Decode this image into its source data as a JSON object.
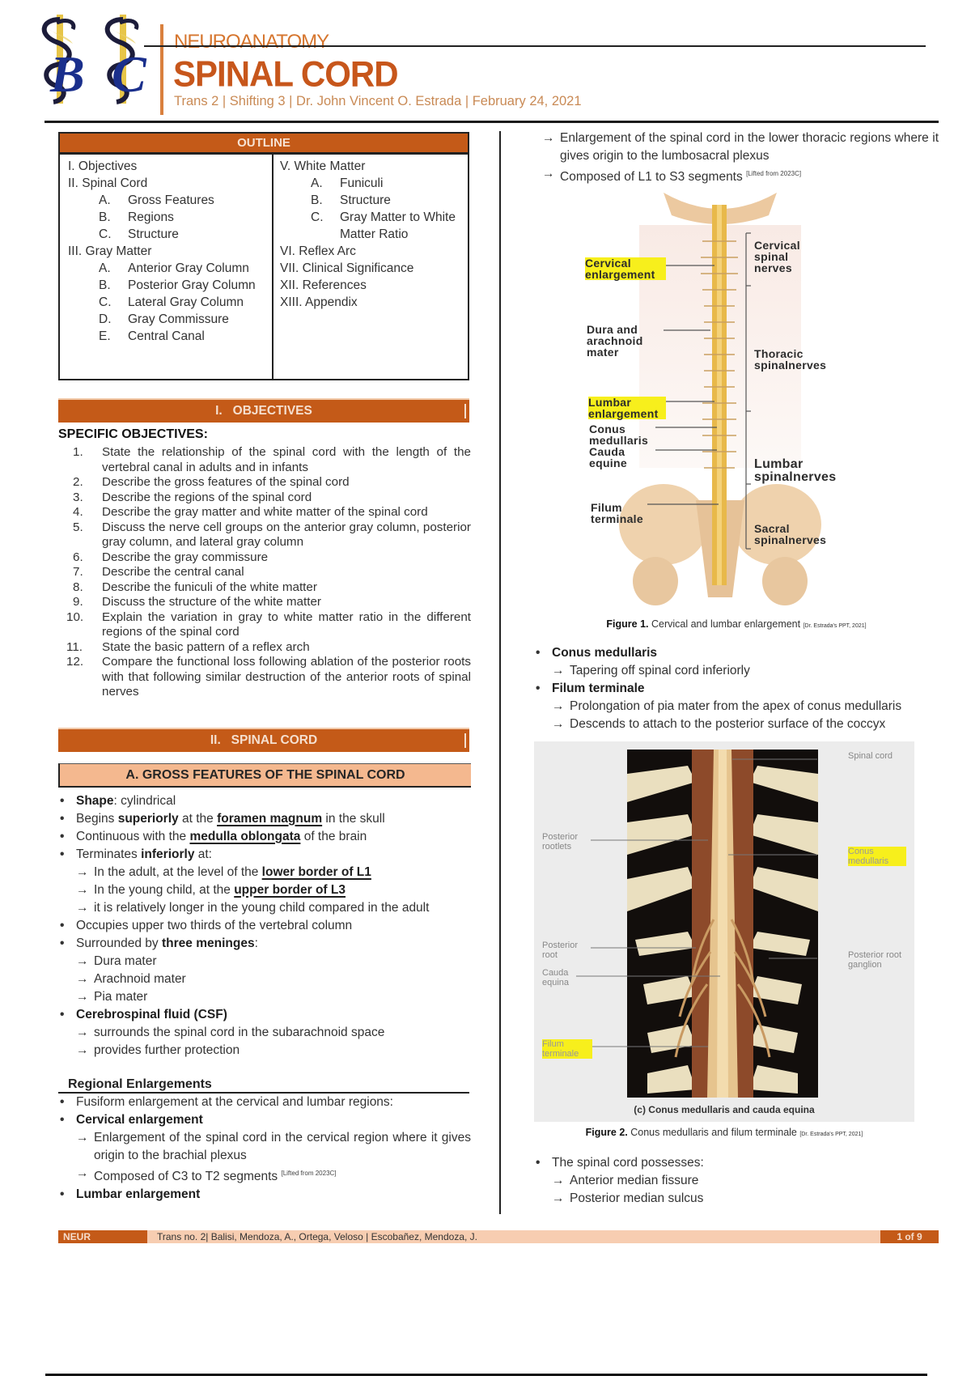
{
  "header": {
    "logo_letters": [
      "B",
      "C"
    ],
    "subject": "NEUROANATOMY",
    "title": "SPINAL CORD",
    "meta": "Trans 2 | Shifting 3 | Dr. John Vincent O. Estrada | February 24, 2021"
  },
  "outline": {
    "title": "OUTLINE",
    "left": [
      {
        "type": "item",
        "text": "I. Objectives"
      },
      {
        "type": "item",
        "text": "II. Spinal Cord"
      },
      {
        "type": "sub",
        "marker": "A.",
        "text": "Gross Features"
      },
      {
        "type": "sub",
        "marker": "B.",
        "text": "Regions"
      },
      {
        "type": "sub",
        "marker": "C.",
        "text": "Structure"
      },
      {
        "type": "item",
        "text": "III. Gray Matter"
      },
      {
        "type": "sub",
        "marker": "A.",
        "text": "Anterior Gray Column"
      },
      {
        "type": "sub",
        "marker": "B.",
        "text": "Posterior Gray Column"
      },
      {
        "type": "sub",
        "marker": "C.",
        "text": "Lateral Gray Column"
      },
      {
        "type": "sub",
        "marker": "D.",
        "text": "Gray Commissure"
      },
      {
        "type": "sub",
        "marker": "E.",
        "text": "Central Canal"
      }
    ],
    "right": [
      {
        "type": "item",
        "text": "V. White Matter"
      },
      {
        "type": "sub",
        "marker": "A.",
        "text": "Funiculi"
      },
      {
        "type": "sub",
        "marker": "B.",
        "text": "Structure"
      },
      {
        "type": "sub",
        "marker": "C.",
        "text": "Gray Matter to White Matter Ratio"
      },
      {
        "type": "item",
        "text": "VI. Reflex Arc"
      },
      {
        "type": "item",
        "text": "VII. Clinical Significance"
      },
      {
        "type": "item",
        "text": "XII. References"
      },
      {
        "type": "item",
        "text": "XIII. Appendix"
      }
    ]
  },
  "objectives": {
    "section_title": "I.   OBJECTIVES",
    "subtitle": "SPECIFIC OBJECTIVES:",
    "items": [
      {
        "num": "1.",
        "text": "State the relationship of the spinal cord with the length of the vertebral canal in adults and in infants"
      },
      {
        "num": "2.",
        "text": "Describe the gross features of the spinal cord"
      },
      {
        "num": "3.",
        "text": "Describe the regions of the spinal cord"
      },
      {
        "num": "4.",
        "text": "Describe the gray matter and white matter of the spinal cord"
      },
      {
        "num": "5.",
        "text": "Discuss the nerve cell groups on the anterior gray column, posterior gray column, and lateral gray column"
      },
      {
        "num": "6.",
        "text": "Describe the gray commissure"
      },
      {
        "num": "7.",
        "text": "Describe the central canal"
      },
      {
        "num": "8.",
        "text": "Describe the funiculi of the white matter"
      },
      {
        "num": "9.",
        "text": "Discuss the structure of the white matter"
      },
      {
        "num": "10.",
        "text": "Explain the variation in gray to white matter ratio in the different regions of the spinal cord"
      },
      {
        "num": "11.",
        "text": "State the basic pattern of a reflex arch"
      },
      {
        "num": "12.",
        "text": "Compare the functional loss following ablation of the posterior roots with that following similar destruction of the anterior roots of spinal nerves"
      }
    ]
  },
  "spinal_cord": {
    "section_title": "II.   SPINAL CORD",
    "gross_title": "A. GROSS FEATURES OF THE SPINAL CORD",
    "gross": {
      "shape_b": "Shape",
      "shape_t": ": cylindrical",
      "begins_1": "Begins ",
      "begins_b": "superiorly",
      "begins_2": " at the ",
      "begins_u": "foramen magnum",
      "begins_3": " in the skull",
      "cont_1": "Continuous with the ",
      "cont_u": "medulla oblongata",
      "cont_2": " of the brain",
      "term_1": "Terminates ",
      "term_b": "inferiorly",
      "term_2": " at:",
      "adult_1": "In the adult, at the level of the ",
      "adult_u": "lower border of L1",
      "child_1": "In the young child, at the ",
      "child_u": "upper border of L3",
      "longer": "it is relatively longer in the young child compared in the adult",
      "occupies": "Occupies upper two thirds of the vertebral column",
      "surr_1": "Surrounded by ",
      "surr_b": "three meninges",
      "surr_2": ":",
      "meninges": [
        "Dura mater",
        "Arachnoid mater",
        "Pia mater"
      ],
      "csf_b": "Cerebrospinal fluid (CSF)",
      "csf_points": [
        "surrounds the spinal cord in the subarachnoid space",
        "provides further protection"
      ]
    },
    "regional": {
      "title": "Regional Enlargements",
      "fusiform": "Fusiform enlargement at the cervical and lumbar regions:",
      "cervical_b": "Cervical enlargement",
      "cervical_1": "Enlargement of the spinal cord in the cervical region where it gives origin to the brachial plexus",
      "cervical_2": "Composed of C3 to T2 segments ",
      "cervical_src": "[Lifted from 2023C]",
      "lumbar_b": "Lumbar enlargement",
      "lumbar_1": "Enlargement of the spinal cord in the lower thoracic regions where it gives origin to the lumbosacral plexus",
      "lumbar_2": "Composed of L1 to S3 segments ",
      "lumbar_src": "[Lifted from 2023C]"
    }
  },
  "figure1": {
    "labels": {
      "cervical_enl": "Cervical enlargement",
      "dura": "Dura and arachnoid mater",
      "lumbar_enl": "Lumbar enlargement",
      "conus": "Conus medullaris",
      "cauda": "Cauda equine",
      "filum": "Filum terminale",
      "cervical_n": "Cervical spinal nerves",
      "thoracic_n": "Thoracic spinalnerves",
      "lumbar_n": "Lumbar spinalnerves",
      "sacral_n": "Sacral spinalnerves"
    },
    "caption_bold": "Figure 1.",
    "caption": " Cervical and lumbar enlargement ",
    "caption_src": "[Dr. Estrada's PPT, 2021]"
  },
  "conus": {
    "conus_b": "Conus medullaris",
    "conus_1": "Tapering off spinal cord inferiorly",
    "filum_b": "Filum terminale",
    "filum_1": "Prolongation of pia mater from the apex of conus medullaris",
    "filum_2": "Descends to attach to the posterior surface of the coccyx"
  },
  "figure2": {
    "labels": {
      "spinal_cord": "Spinal cord",
      "post_rootlets": "Posterior rootlets",
      "conus": "Conus medullaris",
      "post_root": "Posterior root",
      "cauda": "Cauda equina",
      "prg": "Posterior root ganglion",
      "filum": "Filum terminale",
      "panel": "(c) Conus medullaris and cauda equina"
    },
    "caption_bold": "Figure 2.",
    "caption": " Conus medullaris and filum terminale ",
    "caption_src": "[Dr. Estrada's PPT, 2021]"
  },
  "possesses": {
    "title": "The spinal cord possesses:",
    "items": [
      "Anterior median fissure",
      "Posterior median sulcus"
    ]
  },
  "footer": {
    "tag": "NEUR",
    "text": "Trans no. 2| Balisi, Mendoza, A., Ortega, Veloso | Escobañez, Mendoza, J.",
    "page": "1 of 9"
  },
  "glyphs": {
    "arrow": "→",
    "bullet": "•"
  },
  "colors": {
    "accent": "#c45a18",
    "accent_light": "#f4b88f",
    "footer_band": "#f7cdb1",
    "highlight": "#f7ef1c",
    "logo_blue": "#1a2f8c"
  }
}
